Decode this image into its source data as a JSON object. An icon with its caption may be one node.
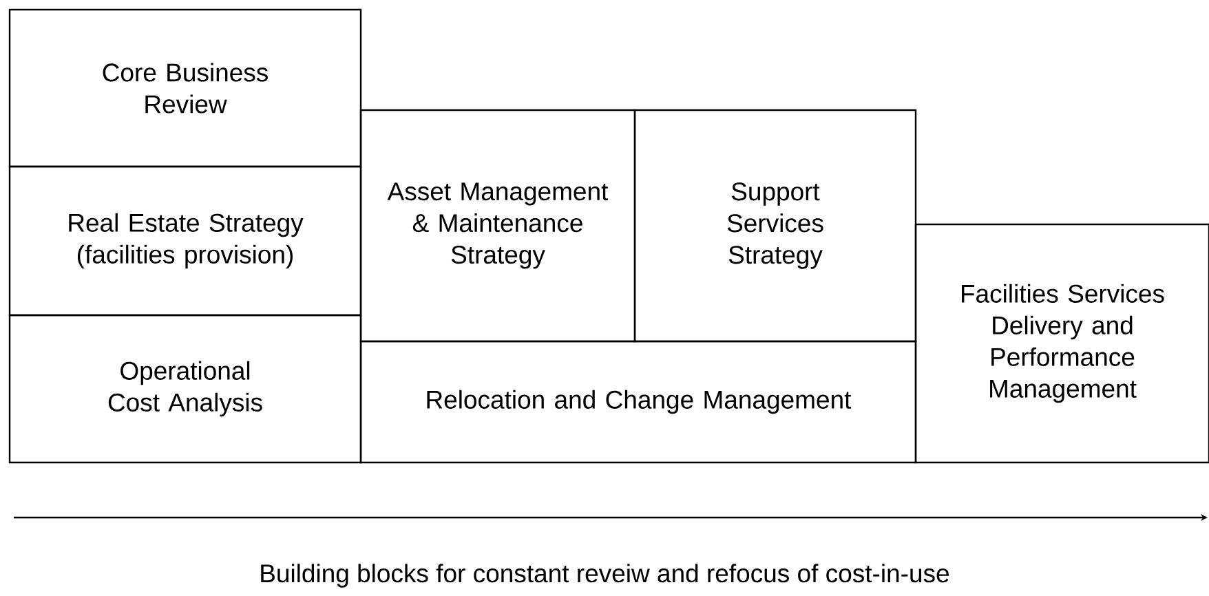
{
  "diagram": {
    "caption": "Building blocks for constant reveiw and refocus of cost-in-use",
    "nodes": [
      {
        "text": [
          "Core Business Review"
        ]
      },
      {
        "text": [
          "Real Estate Strategy (facilities provision)"
        ]
      },
      {
        "text": [
          "Operational Cost Analysis"
        ]
      },
      {
        "text": [
          "Asset Management & Maintenance Strategy"
        ]
      },
      {
        "text": [
          "Support Services Strategy"
        ]
      },
      {
        "text": [
          "Relocation and Change Management"
        ]
      },
      {
        "text": [
          "Facilities Services Delivery and Performance Management"
        ]
      }
    ]
  }
}
